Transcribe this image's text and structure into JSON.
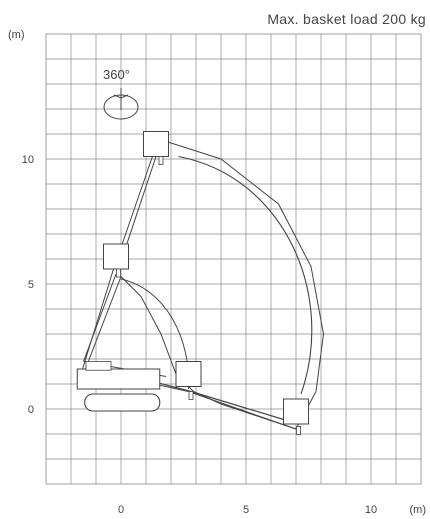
{
  "chart_data": {
    "type": "diagram",
    "title": "Max. basket load 200 kg",
    "y_unit": "(m)",
    "x_unit": "(m)",
    "x_ticks": [
      0,
      5,
      10
    ],
    "y_ticks": [
      0,
      5,
      10
    ],
    "grid": true,
    "rotation_label": "360°",
    "working_envelope": [
      [
        -1.6,
        1.4
      ],
      [
        -0.3,
        5.6
      ],
      [
        1.5,
        10.8
      ],
      [
        4.0,
        10.0
      ],
      [
        6.3,
        8.2
      ],
      [
        7.6,
        5.7
      ],
      [
        8.1,
        3.0
      ],
      [
        7.8,
        0.7
      ],
      [
        7.0,
        -0.8
      ],
      [
        4.0,
        0.2
      ],
      [
        2.9,
        0.7
      ],
      [
        2.2,
        1.4
      ],
      [
        1.6,
        3.0
      ],
      [
        0.8,
        4.5
      ],
      [
        0.0,
        5.3
      ],
      [
        -1.5,
        1.4
      ]
    ],
    "boom_positions": [
      {
        "label": "max_height",
        "basket_top_left": [
          0.9,
          11.1
        ]
      },
      {
        "label": "mid_height",
        "basket_top_left": [
          -0.8,
          6.6
        ]
      },
      {
        "label": "low",
        "basket_top_left": [
          2.2,
          1.9
        ]
      },
      {
        "label": "max_outreach",
        "basket_top_left": [
          6.2,
          0.3
        ]
      }
    ],
    "colors": {
      "grid": "#8a8a8a",
      "lines": "#444444",
      "background": "#ffffff"
    }
  }
}
